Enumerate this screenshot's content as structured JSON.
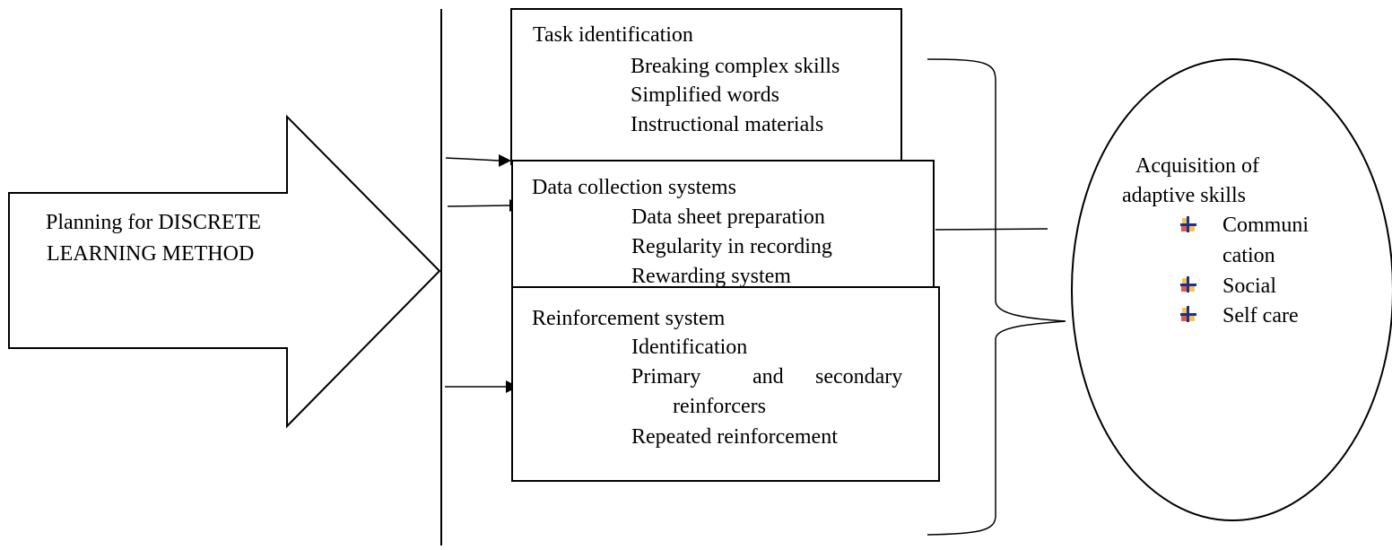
{
  "arrow": {
    "label_line1": "Planning for DISCRETE",
    "label_line2": "LEARNING METHOD"
  },
  "boxes": [
    {
      "title": "Task identification",
      "items": [
        "Breaking complex skills",
        "Simplified words",
        "Instructional materials"
      ]
    },
    {
      "title": "Data collection systems",
      "items": [
        "Data sheet preparation",
        "Regularity in recording",
        "Rewarding system"
      ]
    },
    {
      "title": "Reinforcement system",
      "items": [
        "Identification",
        "Primary",
        "and",
        "secondary",
        "reinforcers",
        "Repeated reinforcement"
      ]
    }
  ],
  "outcome": {
    "title_line1": "Acquisition of",
    "title_line2": "adaptive skills",
    "items": [
      "Communi",
      "cation",
      "Social",
      "Self care"
    ]
  },
  "icons": {
    "bullet": "bullet-list-icon"
  }
}
